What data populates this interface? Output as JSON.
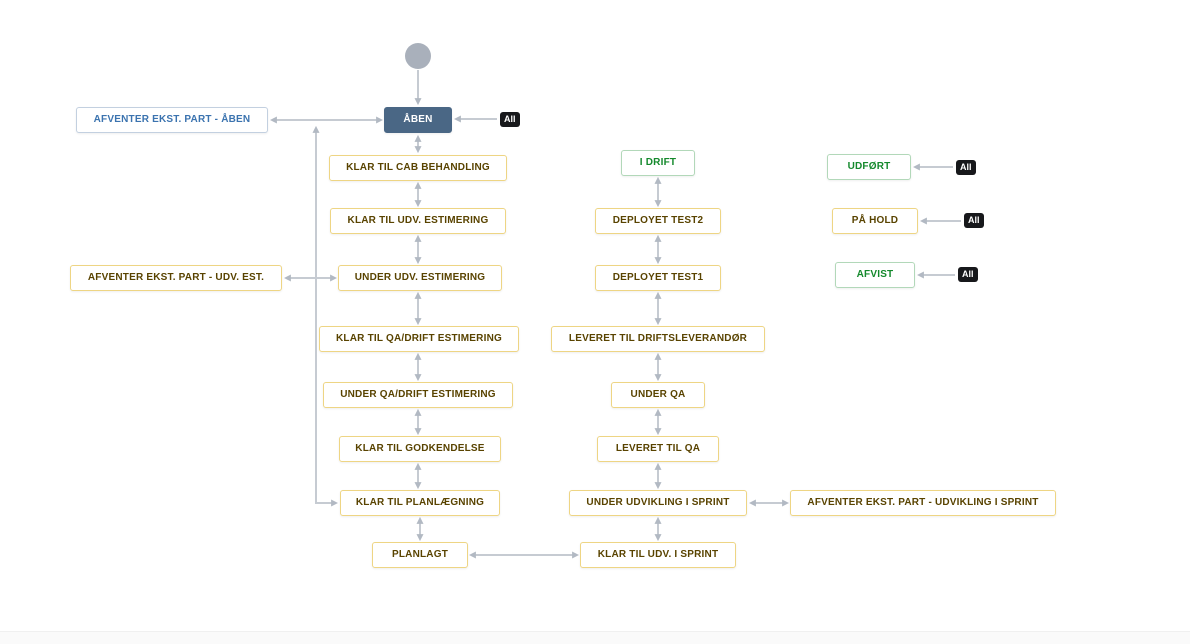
{
  "theme": {
    "canvas-bg": "#ffffff",
    "node-bg": "#ffffff",
    "open-bg": "#4a6785",
    "open-text": "#ffffff",
    "todo-text": "#3b73af",
    "todo-border": "#c3d0e0",
    "inprogress-text": "#594300",
    "inprogress-border": "#eed584",
    "done-text": "#14892c",
    "done-border": "#b2d8b9",
    "arrow-line": "#c6cbd2",
    "arrow-head": "#b2b9c3",
    "badge-bg": "#17181b",
    "badge-text": "#ffffff",
    "start-node": "#a9b0bb"
  },
  "workflow": {
    "all_badge_label": "All",
    "nodes": {
      "aaben": {
        "label": "ÅBEN",
        "category": "open"
      },
      "afventer_aaben": {
        "label": "AFVENTER EKST. PART - ÅBEN",
        "category": "todo"
      },
      "klar_cab": {
        "label": "KLAR TIL CAB BEHANDLING",
        "category": "inprogress"
      },
      "klar_udv_est": {
        "label": "KLAR TIL UDV. ESTIMERING",
        "category": "inprogress"
      },
      "under_udv_est": {
        "label": "UNDER UDV. ESTIMERING",
        "category": "inprogress"
      },
      "afventer_udv_est": {
        "label": "AFVENTER EKST. PART - UDV. EST.",
        "category": "inprogress"
      },
      "klar_qa_drift_est": {
        "label": "KLAR TIL QA/DRIFT ESTIMERING",
        "category": "inprogress"
      },
      "under_qa_drift_est": {
        "label": "UNDER QA/DRIFT ESTIMERING",
        "category": "inprogress"
      },
      "klar_godkendelse": {
        "label": "KLAR TIL GODKENDELSE",
        "category": "inprogress"
      },
      "klar_planlaegning": {
        "label": "KLAR TIL PLANLÆGNING",
        "category": "inprogress"
      },
      "planlagt": {
        "label": "PLANLAGT",
        "category": "inprogress"
      },
      "i_drift": {
        "label": "I DRIFT",
        "category": "done"
      },
      "deployet_test2": {
        "label": "DEPLOYET TEST2",
        "category": "inprogress"
      },
      "deployet_test1": {
        "label": "DEPLOYET TEST1",
        "category": "inprogress"
      },
      "leveret_driftsleverandoer": {
        "label": "LEVERET TIL DRIFTSLEVERANDØR",
        "category": "inprogress"
      },
      "under_qa": {
        "label": "UNDER QA",
        "category": "inprogress"
      },
      "leveret_qa": {
        "label": "LEVERET TIL QA",
        "category": "inprogress"
      },
      "under_udvikling_sprint": {
        "label": "UNDER UDVIKLING I SPRINT",
        "category": "inprogress"
      },
      "klar_udv_sprint": {
        "label": "KLAR TIL UDV. I SPRINT",
        "category": "inprogress"
      },
      "afventer_udvikling_sprint": {
        "label": "AFVENTER EKST. PART - UDVIKLING I SPRINT",
        "category": "inprogress"
      },
      "udfoert": {
        "label": "UDFØRT",
        "category": "done"
      },
      "paa_hold": {
        "label": "PÅ HOLD",
        "category": "inprogress"
      },
      "afvist": {
        "label": "AFVIST",
        "category": "done"
      }
    },
    "transitions": [
      {
        "from": "start",
        "to": "aaben",
        "bidirectional": false
      },
      {
        "from": "aaben",
        "to": "afventer_aaben",
        "bidirectional": true
      },
      {
        "from": "aaben",
        "to": "klar_cab",
        "bidirectional": true
      },
      {
        "from": "klar_cab",
        "to": "klar_udv_est",
        "bidirectional": true
      },
      {
        "from": "klar_udv_est",
        "to": "under_udv_est",
        "bidirectional": true
      },
      {
        "from": "under_udv_est",
        "to": "afventer_udv_est",
        "bidirectional": true
      },
      {
        "from": "under_udv_est",
        "to": "klar_qa_drift_est",
        "bidirectional": true
      },
      {
        "from": "klar_qa_drift_est",
        "to": "under_qa_drift_est",
        "bidirectional": true
      },
      {
        "from": "under_qa_drift_est",
        "to": "klar_godkendelse",
        "bidirectional": true
      },
      {
        "from": "klar_godkendelse",
        "to": "klar_planlaegning",
        "bidirectional": true
      },
      {
        "from": "aaben",
        "to": "klar_planlaegning",
        "bidirectional": true
      },
      {
        "from": "klar_planlaegning",
        "to": "planlagt",
        "bidirectional": true
      },
      {
        "from": "planlagt",
        "to": "klar_udv_sprint",
        "bidirectional": true
      },
      {
        "from": "klar_udv_sprint",
        "to": "under_udvikling_sprint",
        "bidirectional": true
      },
      {
        "from": "under_udvikling_sprint",
        "to": "afventer_udvikling_sprint",
        "bidirectional": true
      },
      {
        "from": "under_udvikling_sprint",
        "to": "leveret_qa",
        "bidirectional": true
      },
      {
        "from": "leveret_qa",
        "to": "under_qa",
        "bidirectional": true
      },
      {
        "from": "under_qa",
        "to": "leveret_driftsleverandoer",
        "bidirectional": true
      },
      {
        "from": "leveret_driftsleverandoer",
        "to": "deployet_test1",
        "bidirectional": true
      },
      {
        "from": "deployet_test1",
        "to": "deployet_test2",
        "bidirectional": true
      },
      {
        "from": "deployet_test2",
        "to": "i_drift",
        "bidirectional": true
      },
      {
        "from": "all",
        "to": "aaben",
        "bidirectional": false
      },
      {
        "from": "all",
        "to": "udfoert",
        "bidirectional": false
      },
      {
        "from": "all",
        "to": "paa_hold",
        "bidirectional": false
      },
      {
        "from": "all",
        "to": "afvist",
        "bidirectional": false
      }
    ]
  }
}
